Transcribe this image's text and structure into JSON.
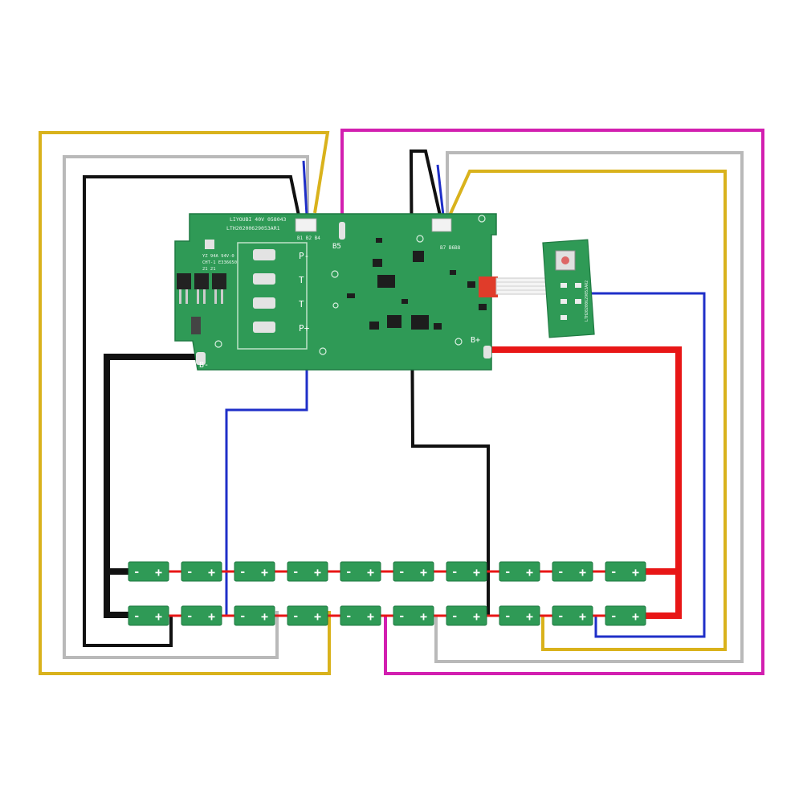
{
  "colors": {
    "yellow": "#d9b21c",
    "gray": "#b9b9b9",
    "black": "#111111",
    "magenta": "#d21fb0",
    "blue": "#1f2fc8",
    "red": "#e81616",
    "pcb": "#2f9a56",
    "pcb_dark": "#1f7a42",
    "pad": "#e3e3e3"
  },
  "main_board": {
    "model_label": "LIYOUBI 40V 058043",
    "code_label": "LTH20200629053AR1",
    "small_label_1": "YZ 94A 94V-0",
    "small_label_2": "CHT-1 E336650",
    "small_label_3": "21 21",
    "connector_label": "B1 B2 B4",
    "b5_label": "B5",
    "b6_label": "B7 B6B8",
    "pins": [
      "P-",
      "T",
      "T",
      "P+"
    ],
    "b_minus": "B-",
    "b_plus": "B+"
  },
  "small_board": {
    "label": "LTH20200629053AR2"
  },
  "cells": {
    "minus": "-",
    "plus": "+"
  }
}
